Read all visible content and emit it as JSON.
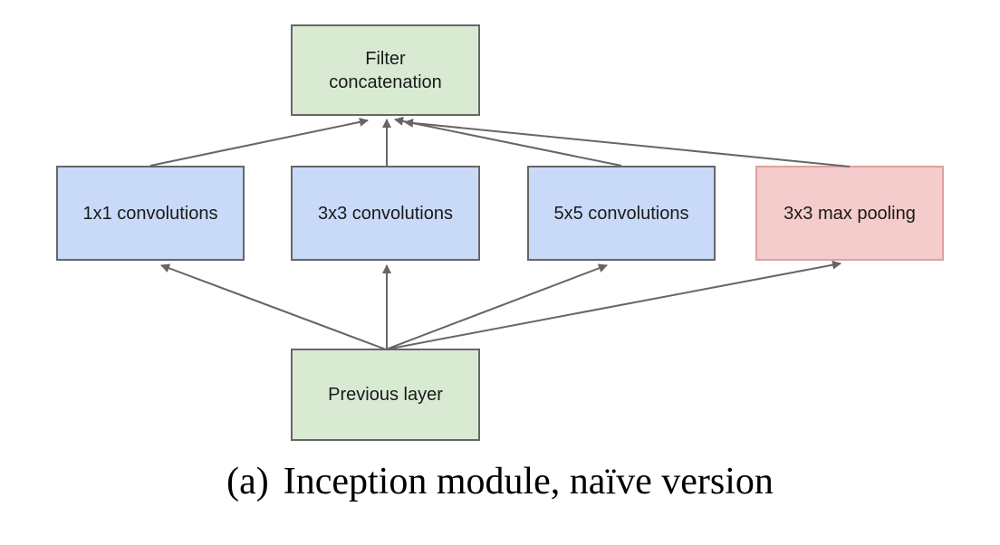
{
  "diagram": {
    "title": "Inception module (naive version) block diagram",
    "nodes": [
      {
        "id": "filter-concatenation",
        "label": "Filter concatenation",
        "fill": "#d9ead3",
        "border": "#666666"
      },
      {
        "id": "conv-1x1",
        "label": "1x1 convolutions",
        "fill": "#c9daf8",
        "border": "#666666"
      },
      {
        "id": "conv-3x3",
        "label": "3x3 convolutions",
        "fill": "#c9daf8",
        "border": "#666666"
      },
      {
        "id": "conv-5x5",
        "label": "5x5 convolutions",
        "fill": "#c9daf8",
        "border": "#666666"
      },
      {
        "id": "max-pooling",
        "label": "3x3 max pooling",
        "fill": "#f4cccc",
        "border": "#dfa0a0"
      },
      {
        "id": "previous-layer",
        "label": "Previous layer",
        "fill": "#d9ead3",
        "border": "#666666"
      }
    ],
    "edges": [
      {
        "from": "previous-layer",
        "to": "conv-1x1"
      },
      {
        "from": "previous-layer",
        "to": "conv-3x3"
      },
      {
        "from": "previous-layer",
        "to": "conv-5x5"
      },
      {
        "from": "previous-layer",
        "to": "max-pooling"
      },
      {
        "from": "conv-1x1",
        "to": "filter-concatenation"
      },
      {
        "from": "conv-3x3",
        "to": "filter-concatenation"
      },
      {
        "from": "conv-5x5",
        "to": "filter-concatenation"
      },
      {
        "from": "max-pooling",
        "to": "filter-concatenation"
      }
    ],
    "arrow_color": "#666666",
    "text_color": "#1a1a1a"
  },
  "caption": {
    "index": "(a)",
    "text": "Inception module, naïve version"
  }
}
